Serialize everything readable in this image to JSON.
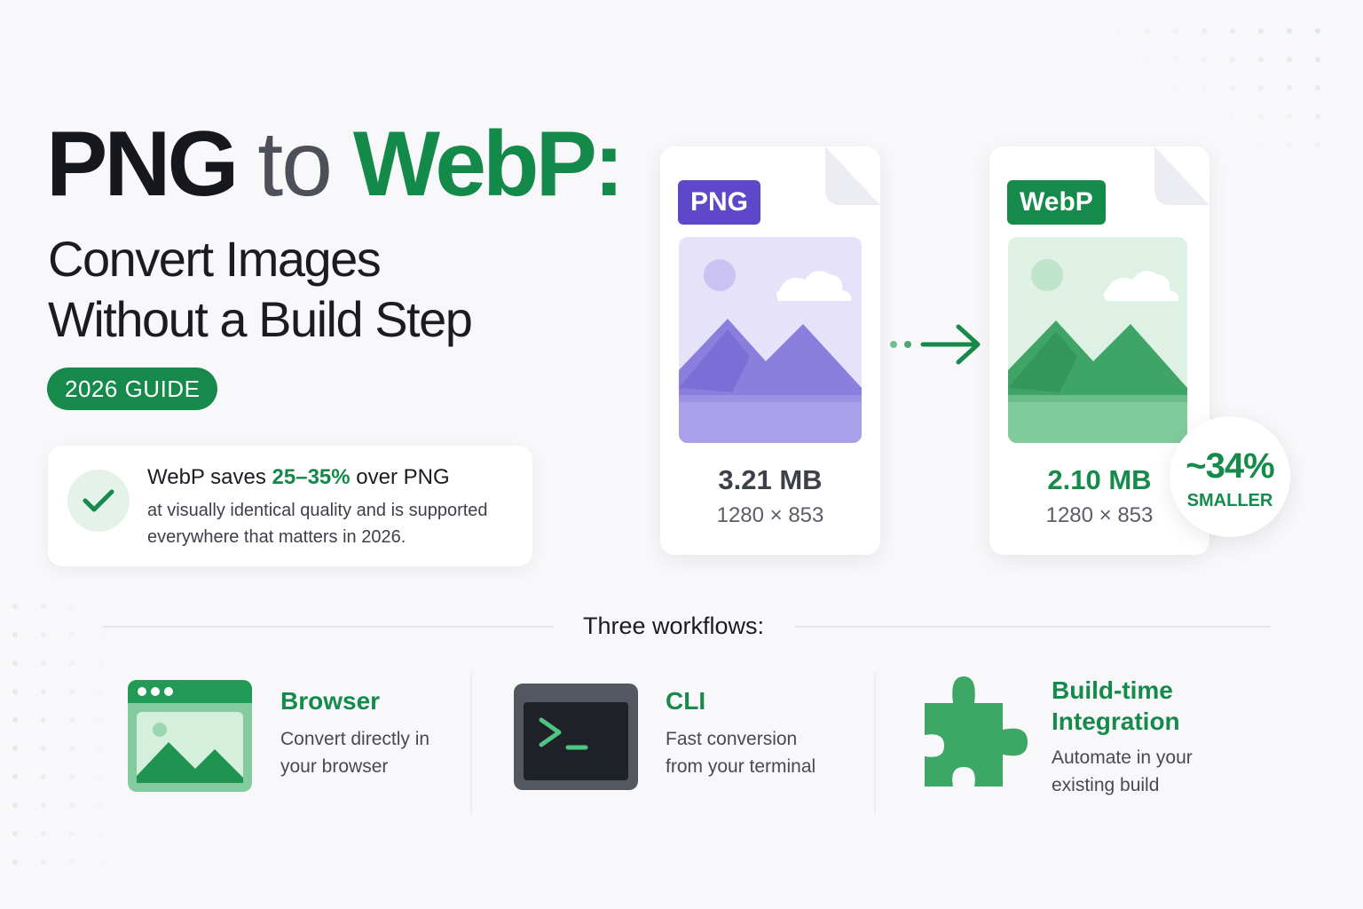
{
  "hero": {
    "title_part1": "PNG",
    "title_part2": "to",
    "title_part3": "WebP:",
    "subtitle_line1": "Convert Images",
    "subtitle_line2": "Without a Build Step",
    "guide_badge": "2026 GUIDE"
  },
  "callout": {
    "prefix": "WebP saves ",
    "highlight": "25–35%",
    "suffix": " over PNG",
    "body": "at visually identical quality and is supported everywhere that matters in 2026."
  },
  "comparison": {
    "png": {
      "badge": "PNG",
      "size": "3.21 MB",
      "dims": "1280 × 853"
    },
    "webp": {
      "badge": "WebP",
      "size": "2.10 MB",
      "dims": "1280 × 853"
    },
    "savings": {
      "percent": "~34%",
      "label": "SMALLER"
    }
  },
  "workflows": {
    "heading": "Three workflows:",
    "items": [
      {
        "title": "Browser",
        "desc_line1": "Convert directly in",
        "desc_line2": "your browser",
        "icon": "browser-window-icon"
      },
      {
        "title": "CLI",
        "desc_line1": "Fast conversion",
        "desc_line2": "from your terminal",
        "icon": "terminal-icon"
      },
      {
        "title_line1": "Build-time",
        "title_line2": "Integration",
        "desc_line1": "Automate in your",
        "desc_line2": "existing build",
        "icon": "puzzle-piece-icon"
      }
    ]
  },
  "colors": {
    "accent_green": "#168a4a",
    "png_purple": "#5e48c9",
    "text_dark": "#16181d",
    "background": "#f8f8fa"
  }
}
